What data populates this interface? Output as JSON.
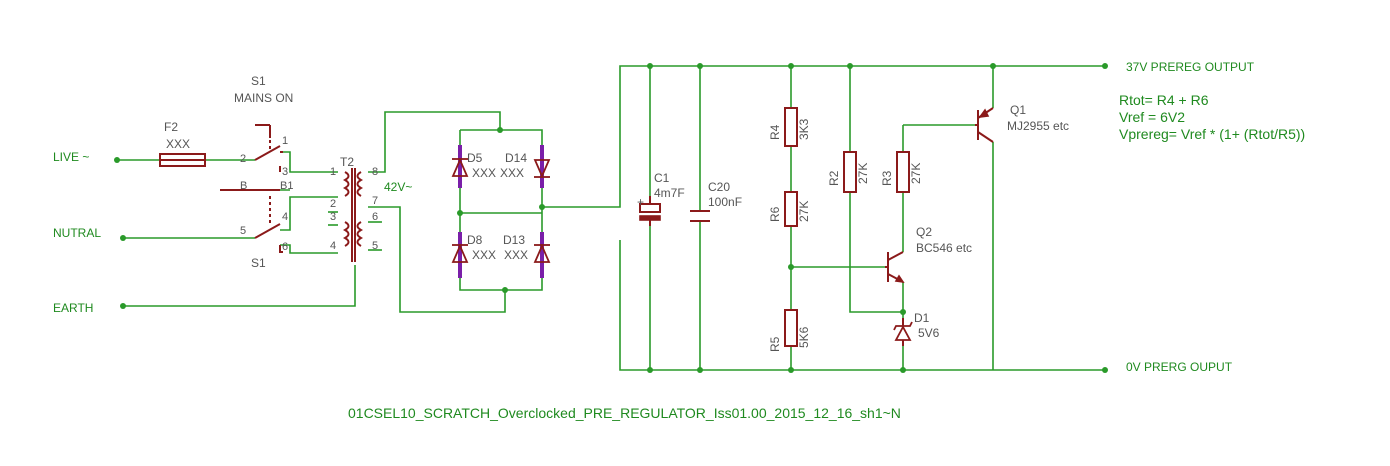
{
  "nets": {
    "live": "LIVE ~",
    "neutral": "NUTRAL",
    "earth": "EARTH",
    "out_pos": "37V PREREG OUTPUT",
    "out_zero": "0V PRERG OUPUT",
    "secondary_voltage": "42V~"
  },
  "parts": {
    "f2": {
      "name": "F2",
      "value": "XXX"
    },
    "s1": {
      "name": "S1",
      "value": "MAINS ON",
      "name2": "S1"
    },
    "t2": {
      "name": "T2"
    },
    "d5": {
      "name": "D5",
      "value": "XXX"
    },
    "d14": {
      "name": "D14",
      "value": "XXX"
    },
    "d8": {
      "name": "D8",
      "value": "XXX"
    },
    "d13": {
      "name": "D13",
      "value": "XXX"
    },
    "c1": {
      "name": "C1",
      "value": "4m7F"
    },
    "c20": {
      "name": "C20",
      "value": "100nF"
    },
    "r4": {
      "name": "R4",
      "value": "3K3"
    },
    "r6": {
      "name": "R6",
      "value": "27K"
    },
    "r5": {
      "name": "R5",
      "value": "5K6"
    },
    "r2": {
      "name": "R2",
      "value": "27K"
    },
    "r3": {
      "name": "R3",
      "value": "27K"
    },
    "q1": {
      "name": "Q1",
      "value": "MJ2955 etc"
    },
    "q2": {
      "name": "Q2",
      "value": "BC546 etc"
    },
    "d1": {
      "name": "D1",
      "value": "5V6"
    }
  },
  "pins": {
    "s1_1": "1",
    "s1_2": "2",
    "s1_3": "3",
    "s1_b": "B",
    "s1_b1": "B1",
    "s1_4": "4",
    "s1_5": "5",
    "s1_6": "6",
    "t2_1": "1",
    "t2_2": "2",
    "t2_3": "3",
    "t2_4": "4",
    "t2_5": "5",
    "t2_6": "6",
    "t2_7": "7",
    "t2_8": "8"
  },
  "notes": {
    "line1": "Rtot= R4 + R6",
    "line2": "Vref = 6V2",
    "line3": "Vprereg= Vref * (1+ (Rtot/R5))",
    "title": "01CSEL10_SCRATCH_Overclocked_PRE_REGULATOR_Iss01.00_2015_12_16_sh1~N"
  }
}
